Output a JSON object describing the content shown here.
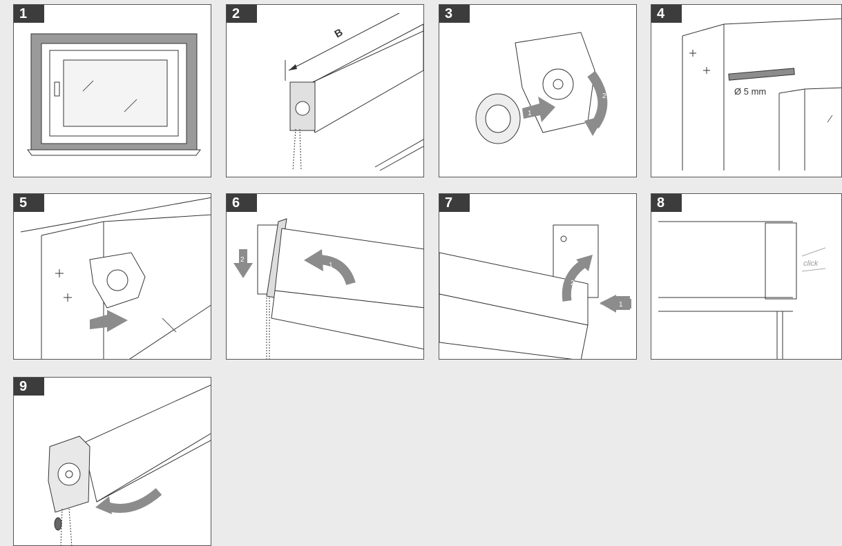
{
  "steps": [
    "1",
    "2",
    "3",
    "4",
    "5",
    "6",
    "7",
    "8",
    "9"
  ],
  "labels": {
    "width_mark": "B",
    "drill_size": "Ø 5 mm",
    "arrow_1": "1",
    "arrow_2": "2",
    "click": "click"
  },
  "colors": {
    "background": "#ebebeb",
    "panel": "#ffffff",
    "step_badge": "#3c3c3c",
    "arrow": "#8c8c8c",
    "line": "#333333"
  }
}
